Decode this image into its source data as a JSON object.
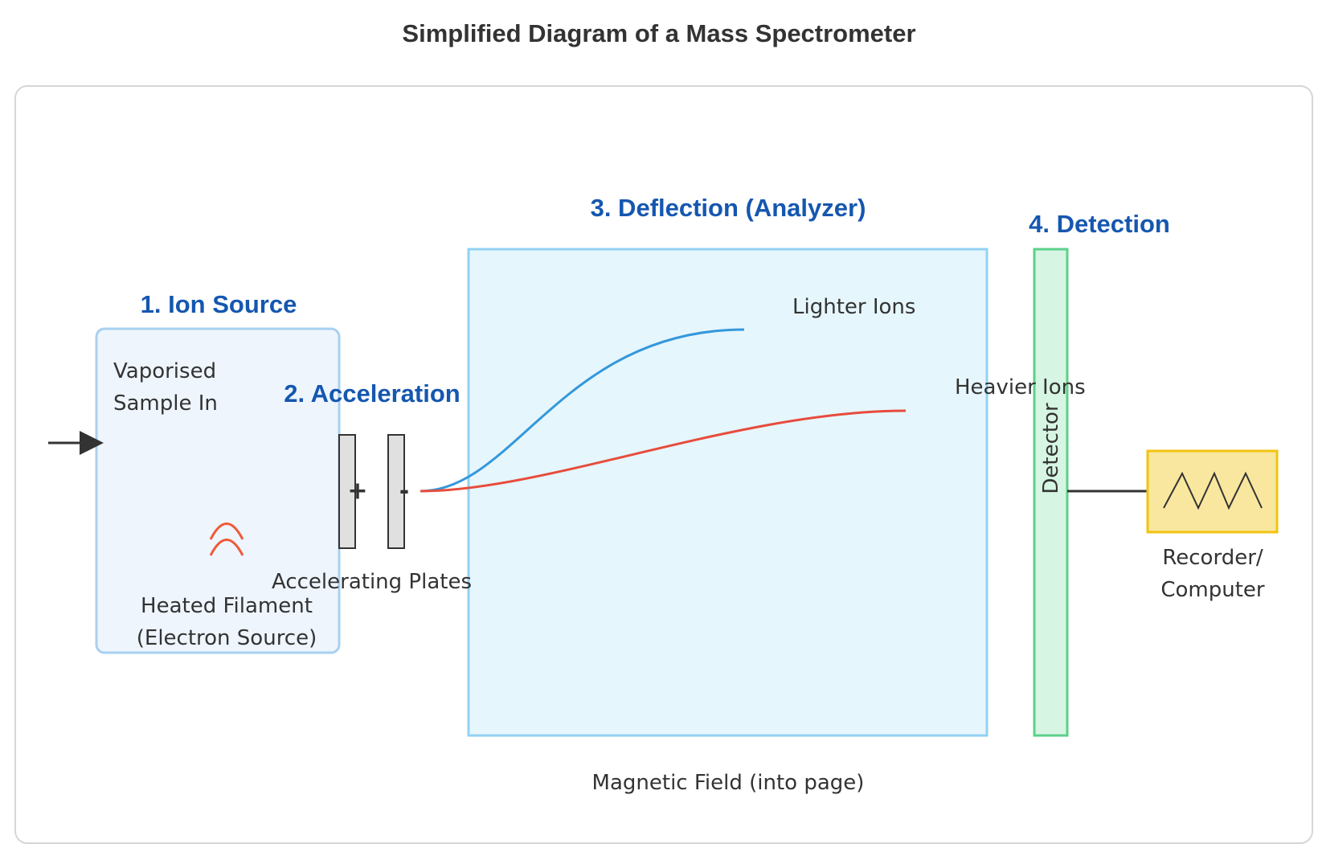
{
  "title": "Simplified Diagram of a Mass Spectrometer",
  "stages": {
    "ion_source": "1. Ion Source",
    "acceleration": "2. Acceleration",
    "deflection": "3. Deflection (Analyzer)",
    "detection": "4. Detection"
  },
  "labels": {
    "sample_in_line1": "Vaporised",
    "sample_in_line2": "Sample In",
    "filament_line1": "Heated Filament",
    "filament_line2": "(Electron Source)",
    "plates": "Accelerating Plates",
    "plate_positive": "+",
    "plate_negative": "-",
    "lighter_ions": "Lighter Ions",
    "heavier_ions": "Heavier Ions",
    "detector": "Detector",
    "recorder_line1": "Recorder/",
    "recorder_line2": "Computer",
    "magnetic_field": "Magnetic Field (into page)"
  },
  "colors": {
    "stage_label": "#1557b0",
    "ion_source_fill": "#eef5fd",
    "ion_source_border": "#a9d0f0",
    "analyzer_fill": "#e6f6fd",
    "analyzer_border": "#92d2f3",
    "detector_fill": "#d6f5e3",
    "detector_border": "#5cd08a",
    "recorder_fill": "#f9e79f",
    "recorder_border": "#f1c40f",
    "lighter_ion_path": "#3498db",
    "heavier_ion_path": "#e74c3c",
    "filament": "#f0583a",
    "plate_fill": "#e0e0e0"
  }
}
